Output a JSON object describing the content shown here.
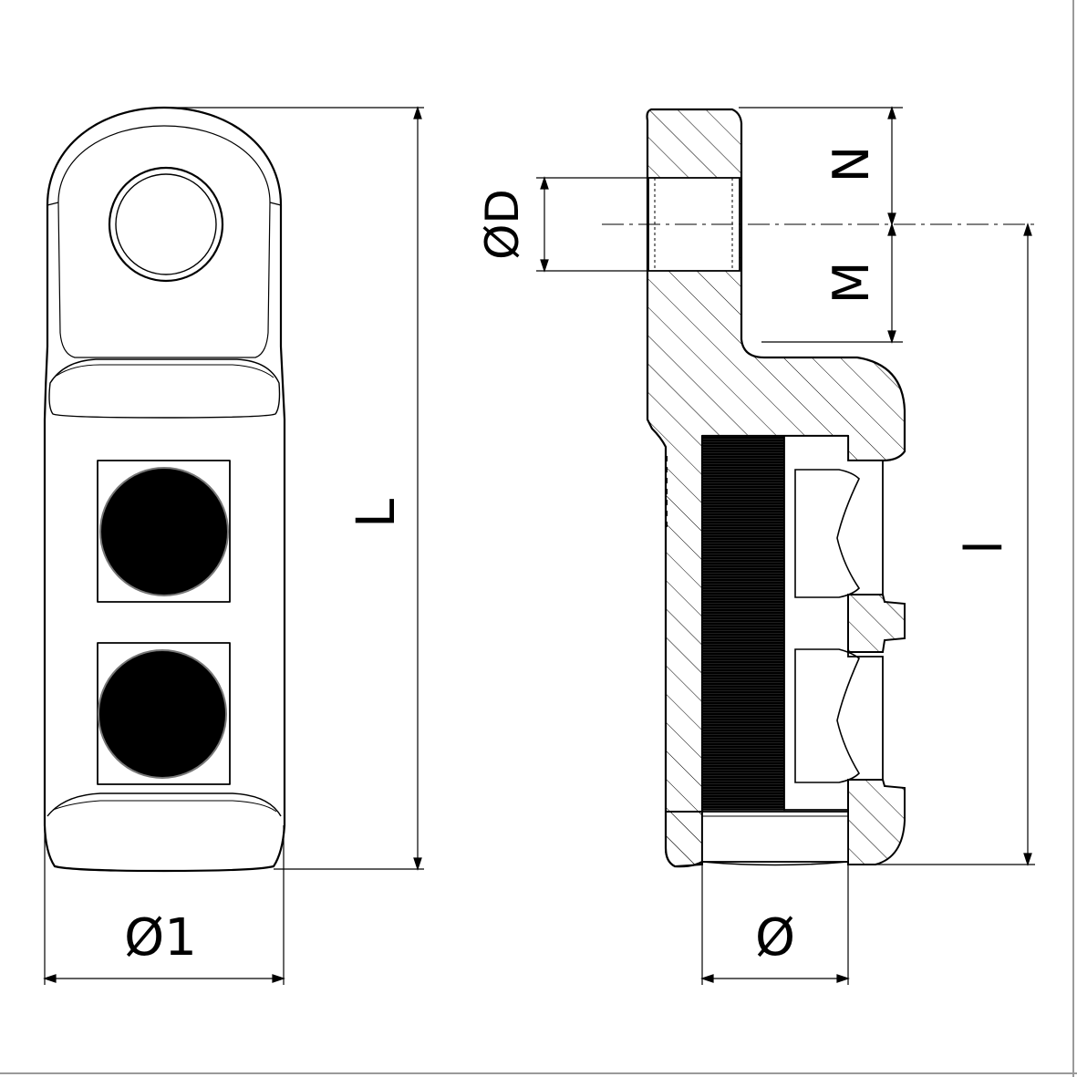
{
  "labels": {
    "overall_length": "L",
    "outer_diameter": "Ø1",
    "hole_diameter": "ØD",
    "upper_height": "N",
    "lower_height": "M",
    "bore_depth": "l",
    "bore_diameter": "Ø"
  }
}
